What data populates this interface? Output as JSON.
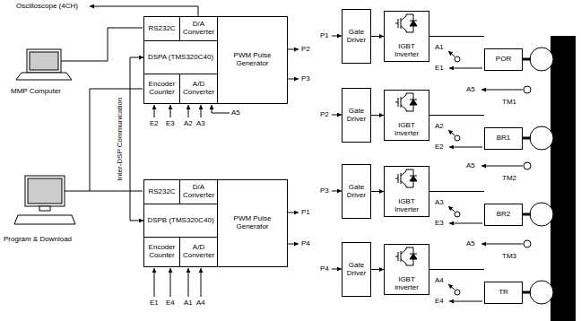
{
  "diagram": {
    "nodes": [
      {
        "text": [
          "RS232C"
        ]
      },
      {
        "text": [
          "D/A Converter"
        ]
      },
      {
        "text": [
          "DSPA (TMS320C40)"
        ]
      },
      {
        "text": [
          "Encoder Counter"
        ]
      },
      {
        "text": [
          "A/D Converter"
        ]
      },
      {
        "text": [
          "PWM Pulse Generator"
        ]
      },
      {
        "text": [
          "RS232C"
        ]
      },
      {
        "text": [
          "D/A Converter"
        ]
      },
      {
        "text": [
          "DSPB (TMS320C40)"
        ]
      },
      {
        "text": [
          "Encoder Counter"
        ]
      },
      {
        "text": [
          "A/D Converter"
        ]
      },
      {
        "text": [
          "PWM Pulse Generator"
        ]
      },
      {
        "text": [
          "Gate Driver"
        ]
      },
      {
        "text": [
          "IGBT Inverter"
        ]
      },
      {
        "text": [
          "POR"
        ]
      },
      {
        "text": [
          "Gate Driver"
        ]
      },
      {
        "text": [
          "IGBT Inverter"
        ]
      },
      {
        "text": [
          "BR1"
        ]
      },
      {
        "text": [
          "Gate Driver"
        ]
      },
      {
        "text": [
          "IGBT Inverter"
        ]
      },
      {
        "text": [
          "BR2"
        ]
      },
      {
        "text": [
          "Gate Driver"
        ]
      },
      {
        "text": [
          "IGBT inverter"
        ]
      },
      {
        "text": [
          "TR"
        ]
      }
    ],
    "edges": [
      {
        "from": 2,
        "to": 8,
        "arrow": "both",
        "label": "Inter-DSP Communication"
      },
      {
        "from": 12,
        "to": 13,
        "arrow": "to"
      },
      {
        "from": 13,
        "to": 14,
        "arrow": "none"
      },
      {
        "from": 15,
        "to": 16,
        "arrow": "to"
      },
      {
        "from": 16,
        "to": 17,
        "arrow": "none"
      },
      {
        "from": 18,
        "to": 19,
        "arrow": "to"
      },
      {
        "from": 19,
        "to": 20,
        "arrow": "none"
      },
      {
        "from": 21,
        "to": 22,
        "arrow": "to"
      },
      {
        "from": 22,
        "to": 23,
        "arrow": "none"
      }
    ],
    "labels": [
      "Oscilloscope (4CH)",
      "MMP Computer",
      "Program & Download",
      "P2",
      "P3",
      "E2",
      "E3",
      "A2",
      "A3",
      "A5",
      "P1",
      "P4",
      "E1",
      "E4",
      "A1",
      "A4",
      "P1",
      "A1",
      "E1",
      "P2",
      "A5",
      "TM1",
      "A2",
      "E2",
      "P3",
      "A5",
      "TM2",
      "A3",
      "E3",
      "P4",
      "A5",
      "TM3",
      "A4",
      "E4"
    ]
  }
}
